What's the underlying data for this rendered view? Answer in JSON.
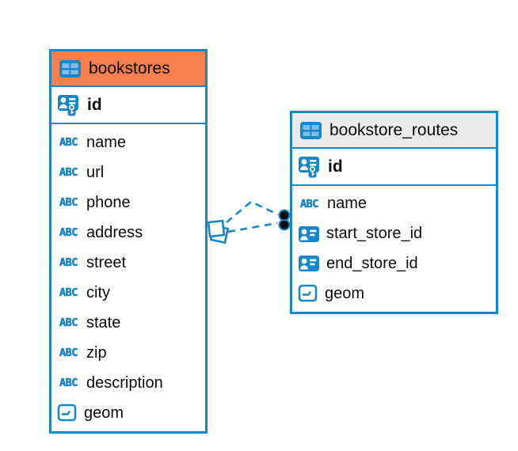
{
  "diagram": {
    "kind": "entity-relationship-diagram",
    "background": "#ffffff"
  },
  "colors": {
    "accent_blue": "#1787C8",
    "icon_cell_light_blue": "#7FBCE3",
    "bookstores_header_orange": "#F6804D",
    "routes_header_gray": "#EAEAEA",
    "relationship_dot_black": "#0b0b0b",
    "text": "#0b0b0b"
  },
  "icons": {
    "abc_label": "ABC",
    "table_icon": "table-grid",
    "pk_icon": "person-with-key",
    "ref_icon": "person-card",
    "geometry_icon": "box-with-dash"
  },
  "tables": [
    {
      "name": "bookstores",
      "header_color": "#F6804D",
      "pk": {
        "name": "id",
        "type": "primary-key"
      },
      "fields": [
        {
          "name": "name",
          "type": "text"
        },
        {
          "name": "url",
          "type": "text"
        },
        {
          "name": "phone",
          "type": "text"
        },
        {
          "name": "address",
          "type": "text"
        },
        {
          "name": "street",
          "type": "text"
        },
        {
          "name": "city",
          "type": "text"
        },
        {
          "name": "state",
          "type": "text"
        },
        {
          "name": "zip",
          "type": "text"
        },
        {
          "name": "description",
          "type": "text"
        },
        {
          "name": "geom",
          "type": "geometry"
        }
      ]
    },
    {
      "name": "bookstore_routes",
      "header_color": "#EAEAEA",
      "pk": {
        "name": "id",
        "type": "primary-key"
      },
      "fields": [
        {
          "name": "name",
          "type": "text"
        },
        {
          "name": "start_store_id",
          "type": "reference"
        },
        {
          "name": "end_store_id",
          "type": "reference"
        },
        {
          "name": "geom",
          "type": "geometry"
        }
      ]
    }
  ],
  "relationships": [
    {
      "from": "bookstores",
      "to": "bookstore_routes",
      "line_style": "dashed",
      "from_marker": "diamond",
      "to_marker": "dot"
    },
    {
      "from": "bookstores",
      "to": "bookstore_routes",
      "line_style": "dashed",
      "from_marker": "diamond",
      "to_marker": "dot"
    }
  ]
}
